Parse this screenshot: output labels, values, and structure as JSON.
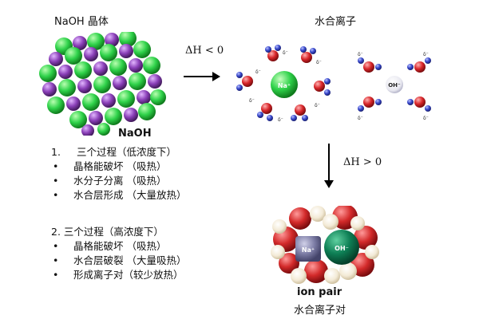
{
  "top_left_title": "NaOH 晶体",
  "top_right_title": "水合离子",
  "crystal_label": "NaOH",
  "arrow_right_label": "ΔH < 0",
  "arrow_down_label": "ΔH > 0",
  "ion_labels": {
    "na": "Na⁺",
    "oh": "OH⁻",
    "delta": "δ⁻"
  },
  "ion_pair_label": "ion pair",
  "ion_pair_cn": "水合离子对",
  "low_conc": {
    "heading_num": "1.",
    "heading": "三个过程（低浓度下）",
    "items": [
      "晶格能破坏 （吸热）",
      "水分子分离 （吸热）",
      "水合层形成 （大量放热）"
    ]
  },
  "high_conc": {
    "heading": "2. 三个过程（高浓度下）",
    "items": [
      "晶格能破坏 （吸热）",
      "水合层破裂 （大量吸热）",
      "形成离子对（较少放热）"
    ]
  },
  "bullet": "•",
  "colors": {
    "na_green": "#2fd24a",
    "cl_purple": "#8a3fb8",
    "oxygen_red": "#d8262a",
    "hydrogen_blue": "#3545c8",
    "pair_na": "#8080a8",
    "pair_oh": "#0e7f55"
  }
}
